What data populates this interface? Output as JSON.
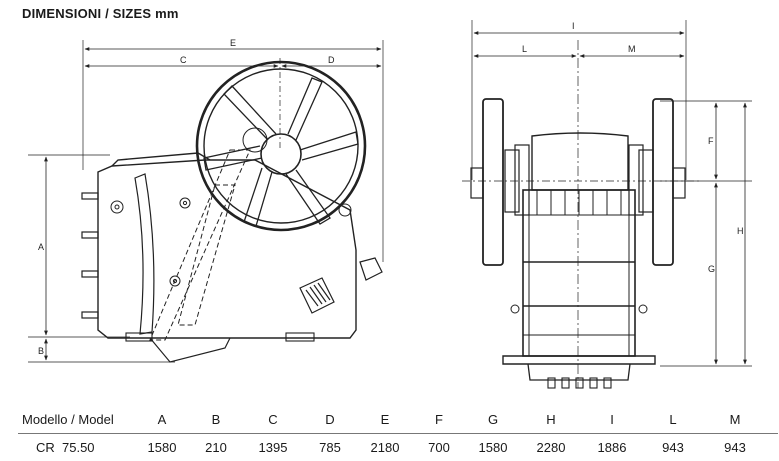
{
  "heading": {
    "title": "DIMENSIONI / SIZES",
    "unit": "mm"
  },
  "dimension_letters": {
    "A": "A",
    "B": "B",
    "C": "C",
    "D": "D",
    "E": "E",
    "F": "F",
    "G": "G",
    "H": "H",
    "I": "I",
    "L": "L",
    "M": "M"
  },
  "table": {
    "columns": [
      "Modello / Model",
      "A",
      "B",
      "C",
      "D",
      "E",
      "F",
      "G",
      "H",
      "I",
      "L",
      "M"
    ],
    "rows": [
      [
        "CR  75.50",
        "1580",
        "210",
        "1395",
        "785",
        "2180",
        "700",
        "1580",
        "2280",
        "1886",
        "943",
        "943"
      ]
    ]
  }
}
